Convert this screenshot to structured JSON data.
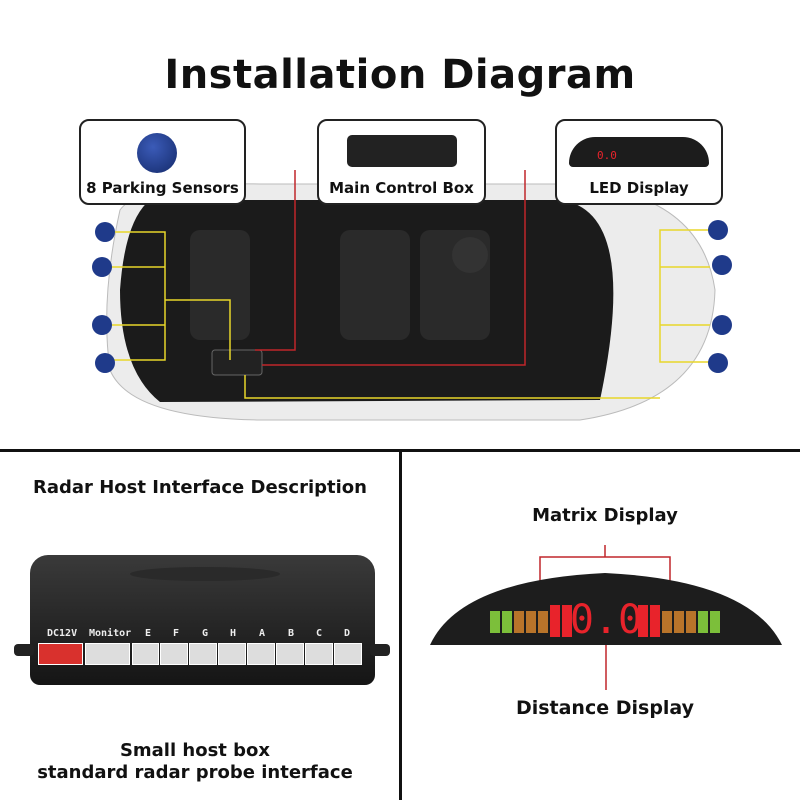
{
  "title": "Installation Diagram",
  "callouts": {
    "sensors": "8 Parking Sensors",
    "control_box": "Main Control Box",
    "led": "LED Display"
  },
  "host": {
    "heading": "Radar Host Interface Description",
    "ports": [
      "DC12V",
      "Monitor",
      "E",
      "F",
      "G",
      "H",
      "A",
      "B",
      "C",
      "D"
    ],
    "caption_line1": "Small host box",
    "caption_line2": "standard radar probe interface"
  },
  "display": {
    "matrix_label": "Matrix Display",
    "distance_label": "Distance Display",
    "reading": "0.0"
  },
  "colors": {
    "wire_red": "#c0262b",
    "wire_yellow": "#e8d62a",
    "sensor_blue": "#1f3a8a",
    "led_red": "#e8232b",
    "led_orange": "#b8742a",
    "led_green": "#7cbf3a"
  }
}
